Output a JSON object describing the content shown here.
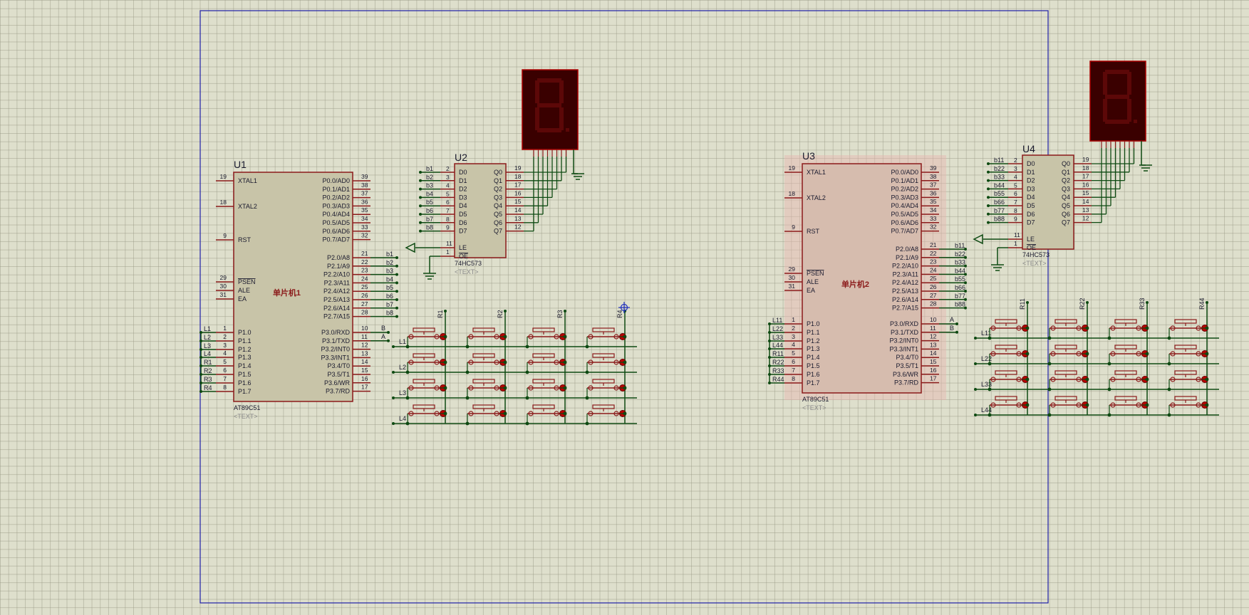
{
  "colors": {
    "wire": "#0e4a12",
    "body": "#c8c4a8",
    "body_sel": "#d6bcae",
    "outline": "#8b1a1a",
    "text": "#1a1a2e",
    "pin": "#8b1a1a",
    "display": "#3a0000",
    "seg": "#5c0808",
    "frame": "#1f1fa8"
  },
  "mcu1": {
    "ref": "U1",
    "name": "单片机1",
    "part": "AT89C51",
    "text": "<TEXT>"
  },
  "mcu2": {
    "ref": "U3",
    "name": "单片机2",
    "part": "AT89C51",
    "text": "<TEXT>"
  },
  "latch1": {
    "ref": "U2",
    "part": "74HC573",
    "text": "<TEXT>"
  },
  "latch2": {
    "ref": "U4",
    "part": "74HC573",
    "text": "<TEXT>"
  },
  "mcu_left_pins": [
    {
      "n": "19",
      "l": "XTAL1"
    },
    {
      "n": "18",
      "l": "XTAL2"
    },
    {
      "n": "9",
      "l": "RST"
    },
    {
      "n": "29",
      "l": "PSEN"
    },
    {
      "n": "30",
      "l": "ALE"
    },
    {
      "n": "31",
      "l": "EA"
    },
    {
      "n": "1",
      "l": "P1.0"
    },
    {
      "n": "2",
      "l": "P1.1"
    },
    {
      "n": "3",
      "l": "P1.2"
    },
    {
      "n": "4",
      "l": "P1.3"
    },
    {
      "n": "5",
      "l": "P1.4"
    },
    {
      "n": "6",
      "l": "P1.5"
    },
    {
      "n": "7",
      "l": "P1.6"
    },
    {
      "n": "8",
      "l": "P1.7"
    }
  ],
  "mcu_right_pins": [
    {
      "n": "39",
      "l": "P0.0/AD0"
    },
    {
      "n": "38",
      "l": "P0.1/AD1"
    },
    {
      "n": "37",
      "l": "P0.2/AD2"
    },
    {
      "n": "36",
      "l": "P0.3/AD3"
    },
    {
      "n": "35",
      "l": "P0.4/AD4"
    },
    {
      "n": "34",
      "l": "P0.5/AD5"
    },
    {
      "n": "33",
      "l": "P0.6/AD6"
    },
    {
      "n": "32",
      "l": "P0.7/AD7"
    },
    {
      "n": "21",
      "l": "P2.0/A8"
    },
    {
      "n": "22",
      "l": "P2.1/A9"
    },
    {
      "n": "23",
      "l": "P2.2/A10"
    },
    {
      "n": "24",
      "l": "P2.3/A11"
    },
    {
      "n": "25",
      "l": "P2.4/A12"
    },
    {
      "n": "26",
      "l": "P2.5/A13"
    },
    {
      "n": "27",
      "l": "P2.6/A14"
    },
    {
      "n": "28",
      "l": "P2.7/A15"
    },
    {
      "n": "10",
      "l": "P3.0/RXD"
    },
    {
      "n": "11",
      "l": "P3.1/TXD"
    },
    {
      "n": "12",
      "l": "P3.2/INT0"
    },
    {
      "n": "13",
      "l": "P3.3/INT1"
    },
    {
      "n": "14",
      "l": "P3.4/T0"
    },
    {
      "n": "15",
      "l": "P3.5/T1"
    },
    {
      "n": "16",
      "l": "P3.6/WR"
    },
    {
      "n": "17",
      "l": "P3.7/RD"
    }
  ],
  "latch_in": [
    {
      "n": "2",
      "l": "D0"
    },
    {
      "n": "3",
      "l": "D1"
    },
    {
      "n": "4",
      "l": "D2"
    },
    {
      "n": "5",
      "l": "D3"
    },
    {
      "n": "6",
      "l": "D4"
    },
    {
      "n": "7",
      "l": "D5"
    },
    {
      "n": "8",
      "l": "D6"
    },
    {
      "n": "9",
      "l": "D7"
    }
  ],
  "latch_out": [
    {
      "n": "19",
      "l": "Q0"
    },
    {
      "n": "18",
      "l": "Q1"
    },
    {
      "n": "17",
      "l": "Q2"
    },
    {
      "n": "16",
      "l": "Q3"
    },
    {
      "n": "15",
      "l": "Q4"
    },
    {
      "n": "14",
      "l": "Q5"
    },
    {
      "n": "13",
      "l": "Q6"
    },
    {
      "n": "12",
      "l": "Q7"
    }
  ],
  "latch_ctrl": [
    {
      "n": "11",
      "l": "LE"
    },
    {
      "n": "1",
      "l": "OE"
    }
  ],
  "p1_labels_1": [
    "L1",
    "L2",
    "L3",
    "L4",
    "R1",
    "R2",
    "R3",
    "R4"
  ],
  "p1_labels_2": [
    "L11",
    "L22",
    "L33",
    "L44",
    "R11",
    "R22",
    "R33",
    "R44"
  ],
  "p2_labels_1": [
    "b1",
    "b2",
    "b3",
    "b4",
    "b5",
    "b6",
    "b7",
    "b8"
  ],
  "p2_labels_2": [
    "b11",
    "b22",
    "b33",
    "b44",
    "b55",
    "b66",
    "b77",
    "b88"
  ],
  "latch_in_labels_1": [
    "b1",
    "b2",
    "b3",
    "b4",
    "b5",
    "b6",
    "b7",
    "b8"
  ],
  "latch_in_labels_2": [
    "b11",
    "b22",
    "b33",
    "b44",
    "b55",
    "b66",
    "b77",
    "b88"
  ],
  "p3_labels": [
    "B",
    "A"
  ],
  "p3_labels_2": [
    "A",
    "B"
  ],
  "kp1_rows": [
    "L1",
    "L2",
    "L3",
    "L4"
  ],
  "kp1_cols": [
    "R1",
    "R2",
    "R3",
    "R4"
  ],
  "kp2_rows": [
    "L11",
    "L22",
    "L33",
    "L44"
  ],
  "kp2_cols": [
    "R11",
    "R22",
    "R33",
    "R44"
  ]
}
